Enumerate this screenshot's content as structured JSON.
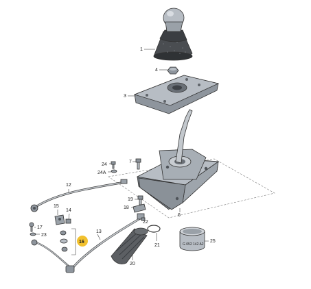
{
  "diagram": {
    "highlight_color": "#f2c12e",
    "part_color": "#b7bdc4",
    "part_shadow_color": "#8e959d",
    "dark_part_color": "#5c5f63",
    "callouts": [
      {
        "id": "c1",
        "text": "1"
      },
      {
        "id": "c4",
        "text": "4"
      },
      {
        "id": "c3",
        "text": "3"
      },
      {
        "id": "c7",
        "text": "7"
      },
      {
        "id": "c24",
        "text": "24"
      },
      {
        "id": "c24a",
        "text": "24A"
      },
      {
        "id": "c12",
        "text": "12"
      },
      {
        "id": "c19",
        "text": "19"
      },
      {
        "id": "c18",
        "text": "18"
      },
      {
        "id": "c6",
        "text": "6"
      },
      {
        "id": "c15",
        "text": "15"
      },
      {
        "id": "c14",
        "text": "14"
      },
      {
        "id": "c17",
        "text": "17"
      },
      {
        "id": "c23",
        "text": "23"
      },
      {
        "id": "c13",
        "text": "13"
      },
      {
        "id": "c16",
        "text": "16"
      },
      {
        "id": "c21",
        "text": "21"
      },
      {
        "id": "c25",
        "text": "25"
      },
      {
        "id": "c20",
        "text": "20"
      },
      {
        "id": "c22",
        "text": "22"
      }
    ],
    "sleeve_marking": "G 052 142 A2"
  }
}
